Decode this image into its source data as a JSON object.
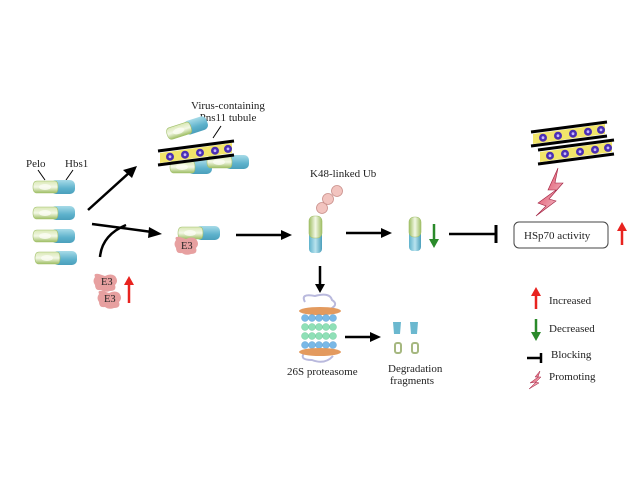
{
  "labels": {
    "pelo": "Pelo",
    "hbs1": "Hbs1",
    "tubule_line1": "Virus-containing",
    "tubule_line2": "Pns11 tubule",
    "e3": "E3",
    "k48": "K48-linked Ub",
    "proteasome": "26S proteasome",
    "fragments_line1": "Degradation",
    "fragments_line2": "fragments",
    "hsp70": "HSp70 activity"
  },
  "legend": [
    {
      "icon": "red-up-arrow",
      "label": "Increased"
    },
    {
      "icon": "green-down-arrow",
      "label": "Decreased"
    },
    {
      "icon": "blocking-bar",
      "label": "Blocking"
    },
    {
      "icon": "lightning-bolt",
      "label": "Promoting"
    }
  ],
  "colors": {
    "pelo": "#b8d08a",
    "hbs1": "#6bb8cf",
    "e3": "#e7a0a0",
    "ub": "#f2c4bf",
    "increase": "#e8231f",
    "decrease": "#2a8a2a",
    "virus": "#4b2fb5",
    "tubule_fill": "#f1e56a"
  }
}
